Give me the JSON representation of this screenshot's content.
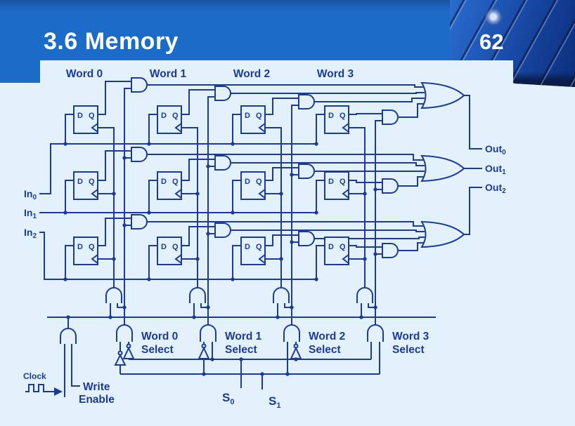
{
  "slide": {
    "title": "3.6 Memory",
    "page_number": "62"
  },
  "diagram": {
    "word_labels": [
      "Word 0",
      "Word 1",
      "Word 2",
      "Word 3"
    ],
    "inputs": [
      {
        "base": "In",
        "sub": "0"
      },
      {
        "base": "In",
        "sub": "1"
      },
      {
        "base": "In",
        "sub": "2"
      }
    ],
    "outputs": [
      {
        "base": "Out",
        "sub": "0"
      },
      {
        "base": "Out",
        "sub": "1"
      },
      {
        "base": "Out",
        "sub": "2"
      }
    ],
    "selects": [
      {
        "line1": "Word 0",
        "line2": "Select"
      },
      {
        "line1": "Word 1",
        "line2": "Select"
      },
      {
        "line1": "Word 2",
        "line2": "Select"
      },
      {
        "line1": "Word 3",
        "line2": "Select"
      }
    ],
    "dff": {
      "d": "D",
      "q": "Q"
    },
    "clock_label": "Clock",
    "write_enable": {
      "line1": "Write",
      "line2": "Enable"
    },
    "select_inputs": [
      {
        "base": "S",
        "sub": "0"
      },
      {
        "base": "S",
        "sub": "1"
      }
    ],
    "colors": {
      "header_blue": "#1b6bc9",
      "panel_light_blue": "#e2f1fb",
      "circuit_navy": "#1c3a9a"
    }
  }
}
